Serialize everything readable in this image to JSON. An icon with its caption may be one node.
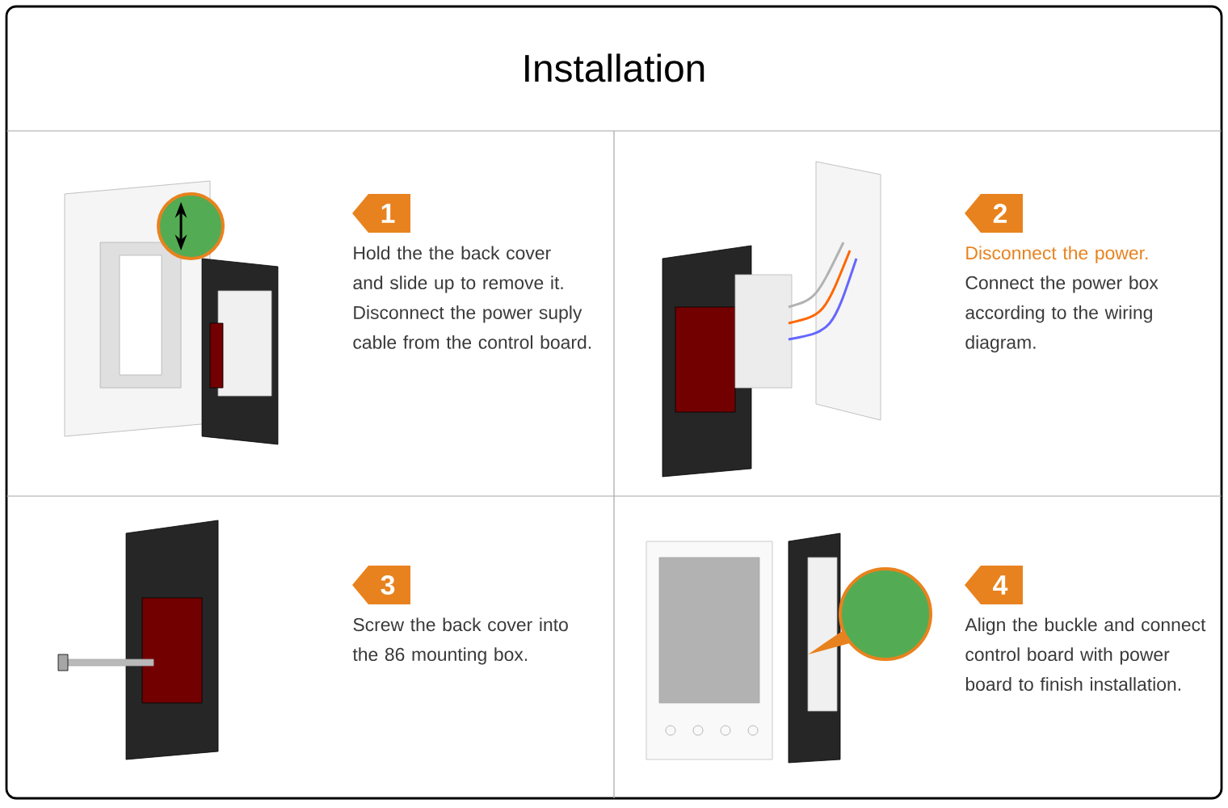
{
  "diagram": {
    "title": "Installation",
    "nodes": [
      {
        "text": [
          "1",
          "Hold the the back cover and slide up to remove it. Disconnect the power suply cable from the control board."
        ]
      },
      {
        "text": [
          "2",
          "Disconnect the power.",
          "Connect the power box according to the wiring diagram."
        ]
      },
      {
        "text": [
          "3",
          "Screw the back cover into the 86 mounting box."
        ]
      },
      {
        "text": [
          "4",
          "Align the buckle and connect control board with power board to finish installation."
        ]
      }
    ]
  }
}
